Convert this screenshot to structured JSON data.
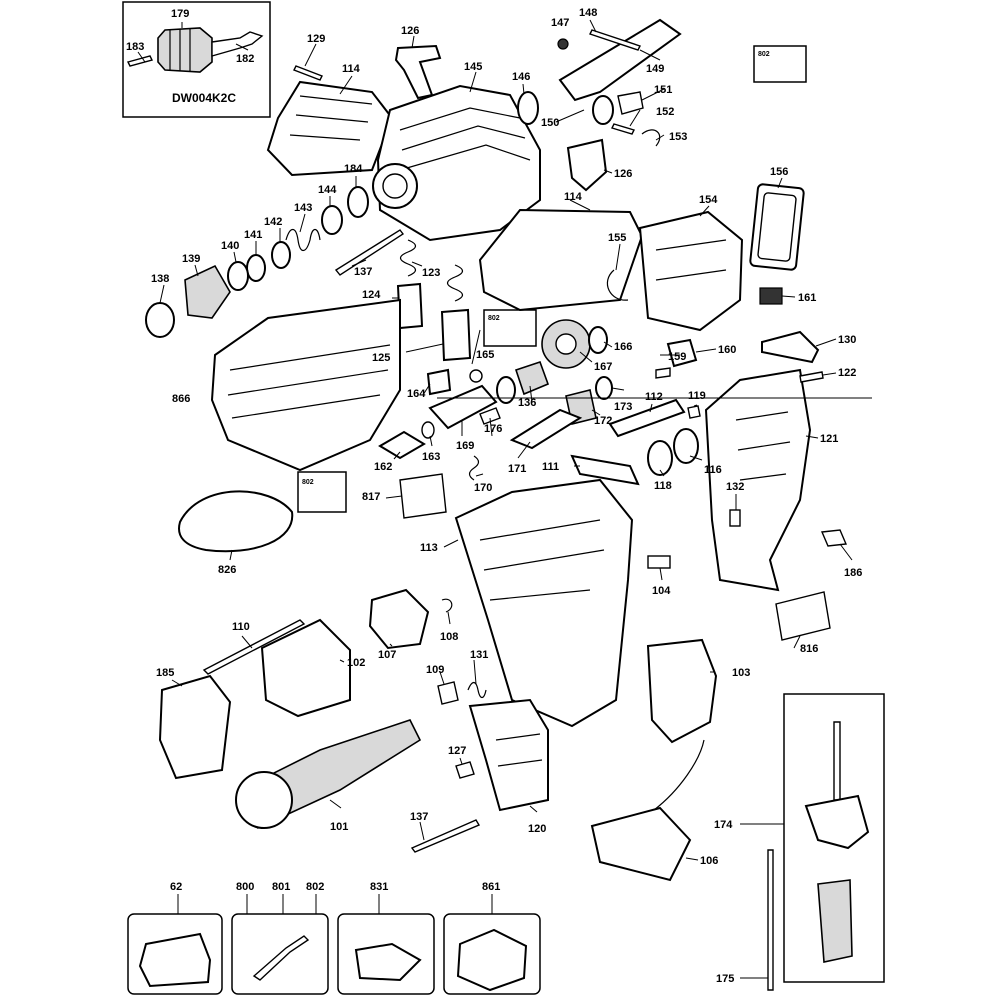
{
  "kit_model": "DW004K2C",
  "callouts": [
    "179",
    "183",
    "182",
    "129",
    "126",
    "145",
    "114",
    "147",
    "148",
    "149",
    "146",
    "802",
    "151",
    "150",
    "152",
    "153",
    "126",
    "184",
    "144",
    "143",
    "142",
    "141",
    "140",
    "139",
    "138",
    "137",
    "123",
    "124",
    "125",
    "114",
    "156",
    "154",
    "155",
    "161",
    "130",
    "866",
    "802",
    "165",
    "164",
    "167",
    "166",
    "159",
    "160",
    "122",
    "136",
    "173",
    "172",
    "112",
    "119",
    "169",
    "176",
    "163",
    "162",
    "802",
    "121",
    "170",
    "171",
    "111",
    "116",
    "118",
    "817",
    "132",
    "826",
    "113",
    "104",
    "186",
    "110",
    "108",
    "107",
    "102",
    "109",
    "131",
    "103",
    "816",
    "185",
    "127",
    "101",
    "137",
    "120",
    "174",
    "106",
    "62",
    "800",
    "801",
    "802",
    "831",
    "861",
    "175"
  ]
}
